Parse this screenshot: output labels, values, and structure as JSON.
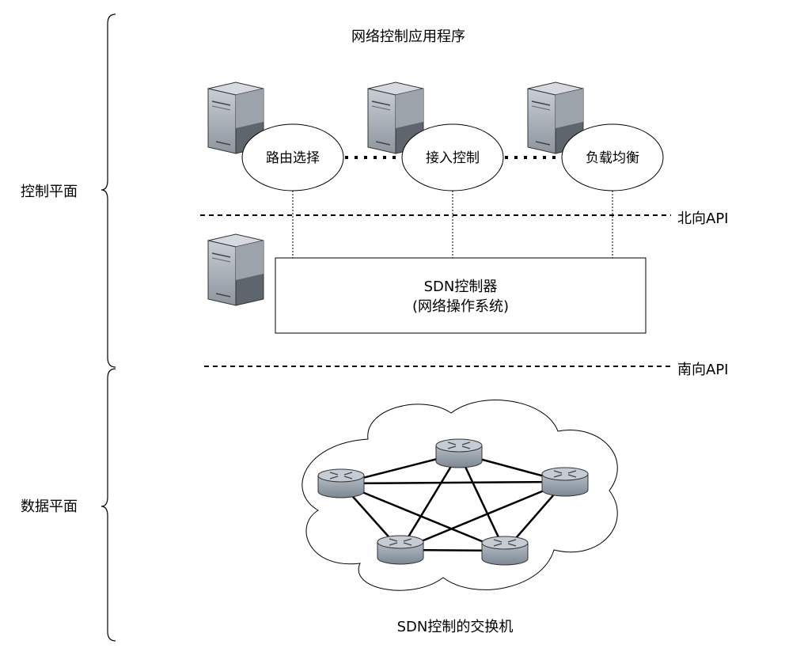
{
  "planes": {
    "control": "控制平面",
    "data": "数据平面"
  },
  "apps": {
    "title": "网络控制应用程序",
    "items": [
      {
        "label": "路由选择"
      },
      {
        "label": "接入控制"
      },
      {
        "label": "负载均衡"
      }
    ]
  },
  "api": {
    "north": "北向API",
    "south": "南向API"
  },
  "controller": {
    "title": "SDN控制器",
    "subtitle": "(网络操作系统)"
  },
  "switches": {
    "caption": "SDN控制的交换机",
    "count": 5
  },
  "icons": {
    "server": "server-icon",
    "router": "router-icon",
    "cloud": "cloud-icon"
  },
  "colors": {
    "server_front": "#9ea5ae",
    "server_side": "#5c6269",
    "router_body": "#8f9aa6",
    "stroke": "#000000"
  }
}
